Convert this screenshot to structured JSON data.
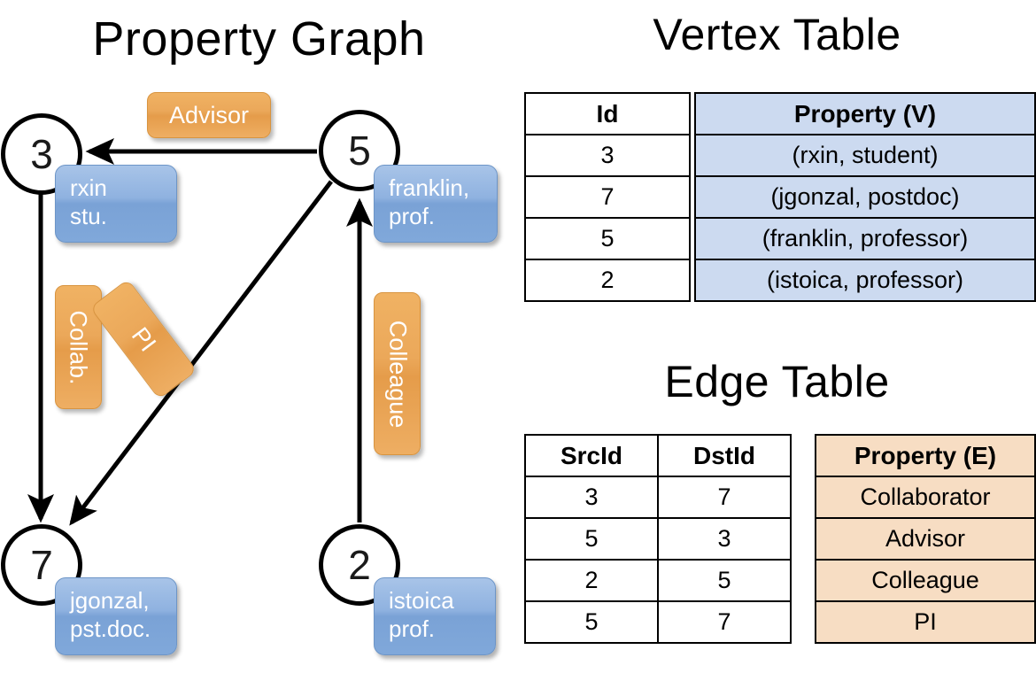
{
  "titles": {
    "property_graph": "Property Graph",
    "vertex_table": "Vertex Table",
    "edge_table": "Edge Table"
  },
  "graph": {
    "nodes": [
      {
        "id": "3",
        "label": "3",
        "property_line1": "rxin",
        "property_line2": "stu."
      },
      {
        "id": "5",
        "label": "5",
        "property_line1": "franklin,",
        "property_line2": "prof."
      },
      {
        "id": "7",
        "label": "7",
        "property_line1": "jgonzal,",
        "property_line2": "pst.doc."
      },
      {
        "id": "2",
        "label": "2",
        "property_line1": "istoica",
        "property_line2": "prof."
      }
    ],
    "edge_labels": [
      {
        "name": "advisor",
        "text": "Advisor",
        "orientation": "horizontal"
      },
      {
        "name": "collab",
        "text": "Collab.",
        "orientation": "vertical"
      },
      {
        "name": "pi",
        "text": "PI",
        "orientation": "diagonal"
      },
      {
        "name": "colleague",
        "text": "Colleague",
        "orientation": "vertical"
      }
    ],
    "edges": [
      {
        "src": "5",
        "dst": "3",
        "label": "Advisor"
      },
      {
        "src": "3",
        "dst": "7",
        "label": "Collab."
      },
      {
        "src": "5",
        "dst": "7",
        "label": "PI"
      },
      {
        "src": "2",
        "dst": "5",
        "label": "Colleague"
      }
    ]
  },
  "vertex_table": {
    "headers": [
      "Id",
      "Property (V)"
    ],
    "rows": [
      {
        "id": "3",
        "property": "(rxin, student)"
      },
      {
        "id": "7",
        "property": "(jgonzal, postdoc)"
      },
      {
        "id": "5",
        "property": "(franklin, professor)"
      },
      {
        "id": "2",
        "property": "(istoica, professor)"
      }
    ]
  },
  "edge_table": {
    "headers": [
      "SrcId",
      "DstId",
      "Property (E)"
    ],
    "rows": [
      {
        "src": "3",
        "dst": "7",
        "property": "Collaborator"
      },
      {
        "src": "5",
        "dst": "3",
        "property": "Advisor"
      },
      {
        "src": "2",
        "dst": "5",
        "property": "Colleague"
      },
      {
        "src": "5",
        "dst": "7",
        "property": "PI"
      }
    ]
  },
  "colors": {
    "vertex_property_fill": "#ccdaf0",
    "edge_property_fill": "#f7ddc3",
    "node_box_blue": "#8fb2e0",
    "edge_label_orange": "#eba85a",
    "stroke": "#000000"
  }
}
